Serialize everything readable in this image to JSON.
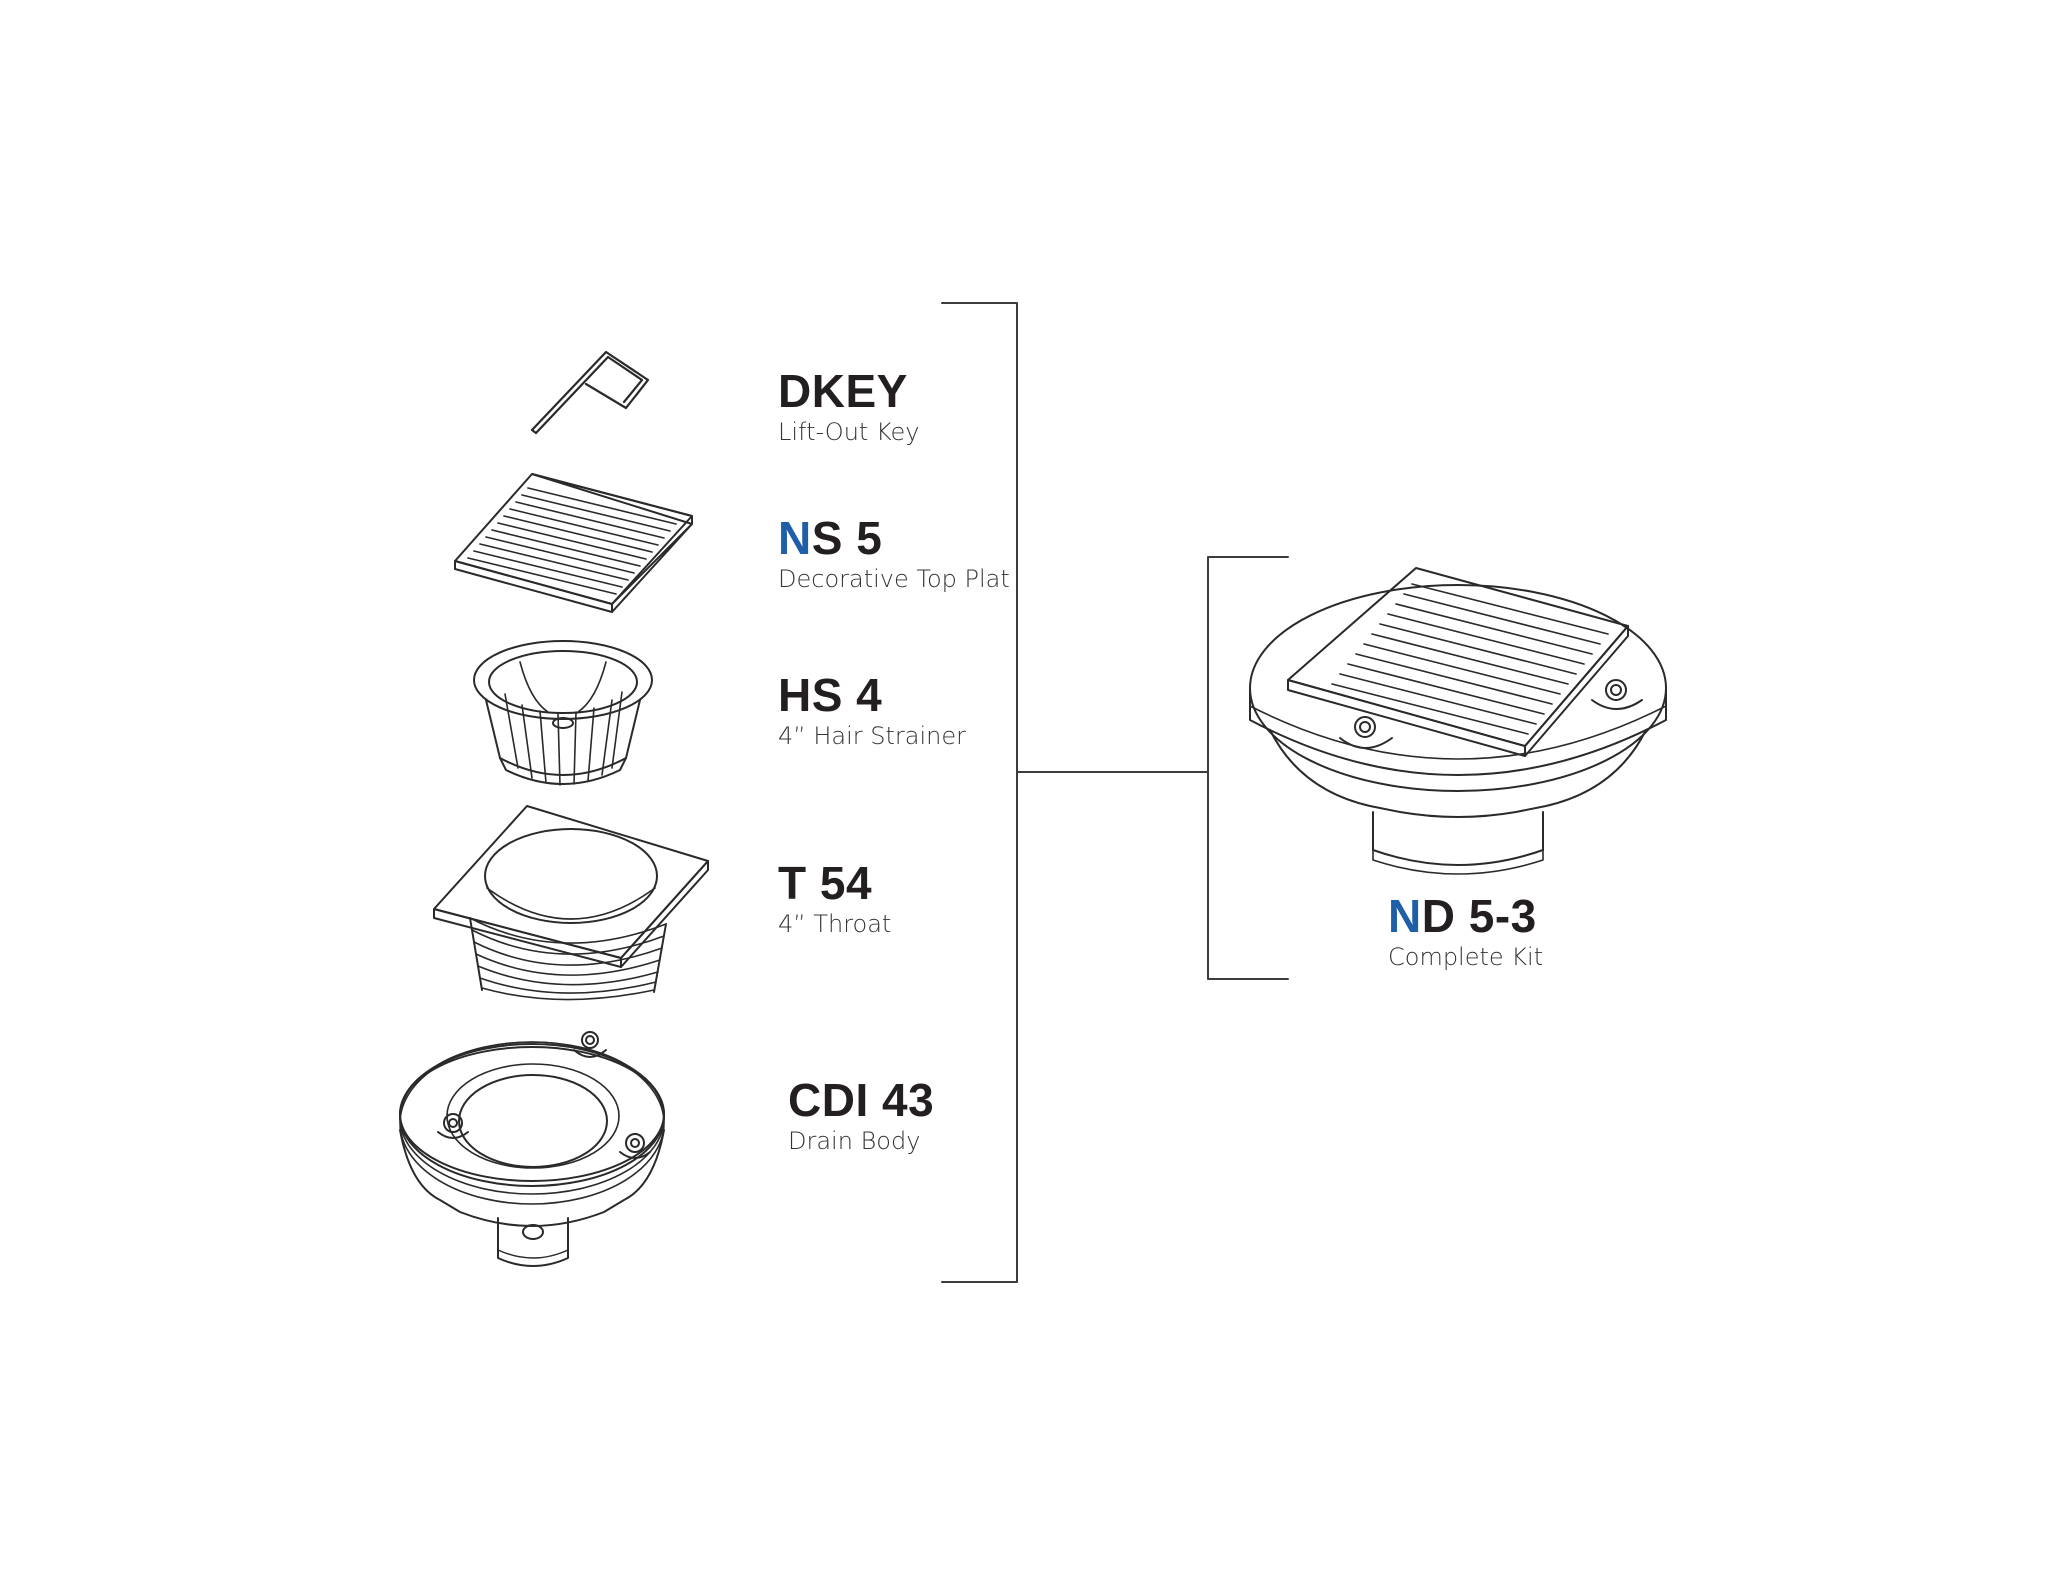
{
  "colors": {
    "accent": "#1f5fa8",
    "ink": "#231f20",
    "line": "#3c3c3c"
  },
  "components": [
    {
      "id": "dkey",
      "prefix": "",
      "code": "DKEY",
      "description": "Lift-Out Key",
      "illustration": "lift-out-key-icon"
    },
    {
      "id": "ns5",
      "prefix": "N",
      "code": "S 5",
      "description": "Decorative Top Plat",
      "illustration": "top-plate-icon"
    },
    {
      "id": "hs4",
      "prefix": "",
      "code": "HS 4",
      "description": "4” Hair Strainer",
      "illustration": "hair-strainer-icon"
    },
    {
      "id": "t54",
      "prefix": "",
      "code": "T 54",
      "description": "4” Throat",
      "illustration": "throat-icon"
    },
    {
      "id": "cdi43",
      "prefix": "",
      "code": "CDI 43",
      "description": "Drain Body",
      "illustration": "drain-body-icon"
    }
  ],
  "kit": {
    "prefix": "N",
    "code": "D 5-3",
    "description": "Complete Kit",
    "illustration": "complete-kit-icon"
  }
}
